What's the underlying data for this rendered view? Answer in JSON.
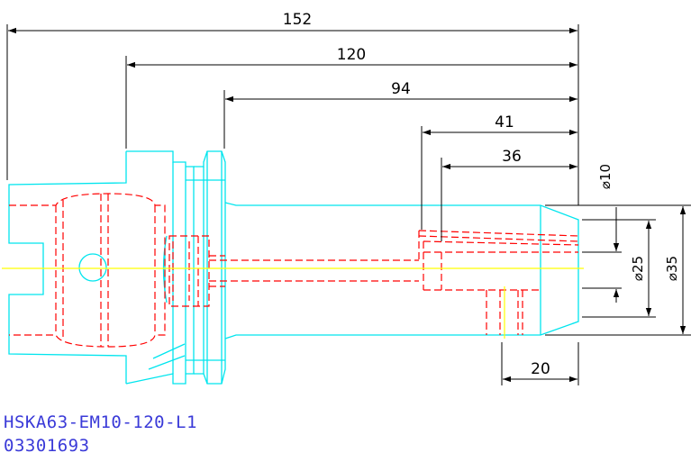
{
  "colors": {
    "outline": "#00e5ee",
    "hidden": "#ff0000",
    "centerline": "#ffff00",
    "dimension": "#000000",
    "caption": "#3a3ad8"
  },
  "dimensions": {
    "overall_length": "152",
    "gauge_to_end": "120",
    "flange_to_end": "94",
    "bore_depth": "41",
    "inner_depth": "36",
    "nose_length": "20",
    "bore_diameter": "⌀10",
    "neck_diameter": "⌀25",
    "body_diameter": "⌀35"
  },
  "caption": {
    "part_number": "HSKA63-EM10-120-L1",
    "code": "03301693"
  }
}
